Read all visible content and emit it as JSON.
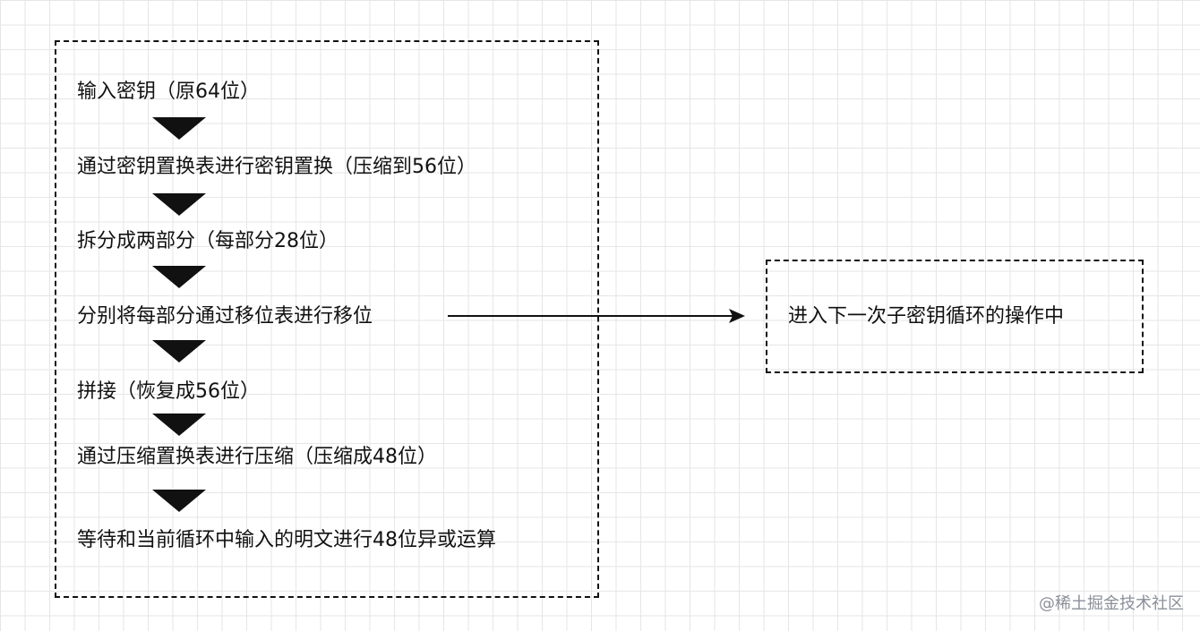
{
  "diagram": {
    "steps": [
      "输入密钥（原64位）",
      "通过密钥置换表进行密钥置换（压缩到56位）",
      "拆分成两部分（每部分28位）",
      "分别将每部分通过移位表进行移位",
      "拼接（恢复成56位）",
      "通过压缩置换表进行压缩（压缩成48位）",
      "等待和当前循环中输入的明文进行48位异或运算"
    ],
    "side_box_label": "进入下一次子密钥循环的操作中"
  },
  "watermark": "@稀土掘金技术社区"
}
